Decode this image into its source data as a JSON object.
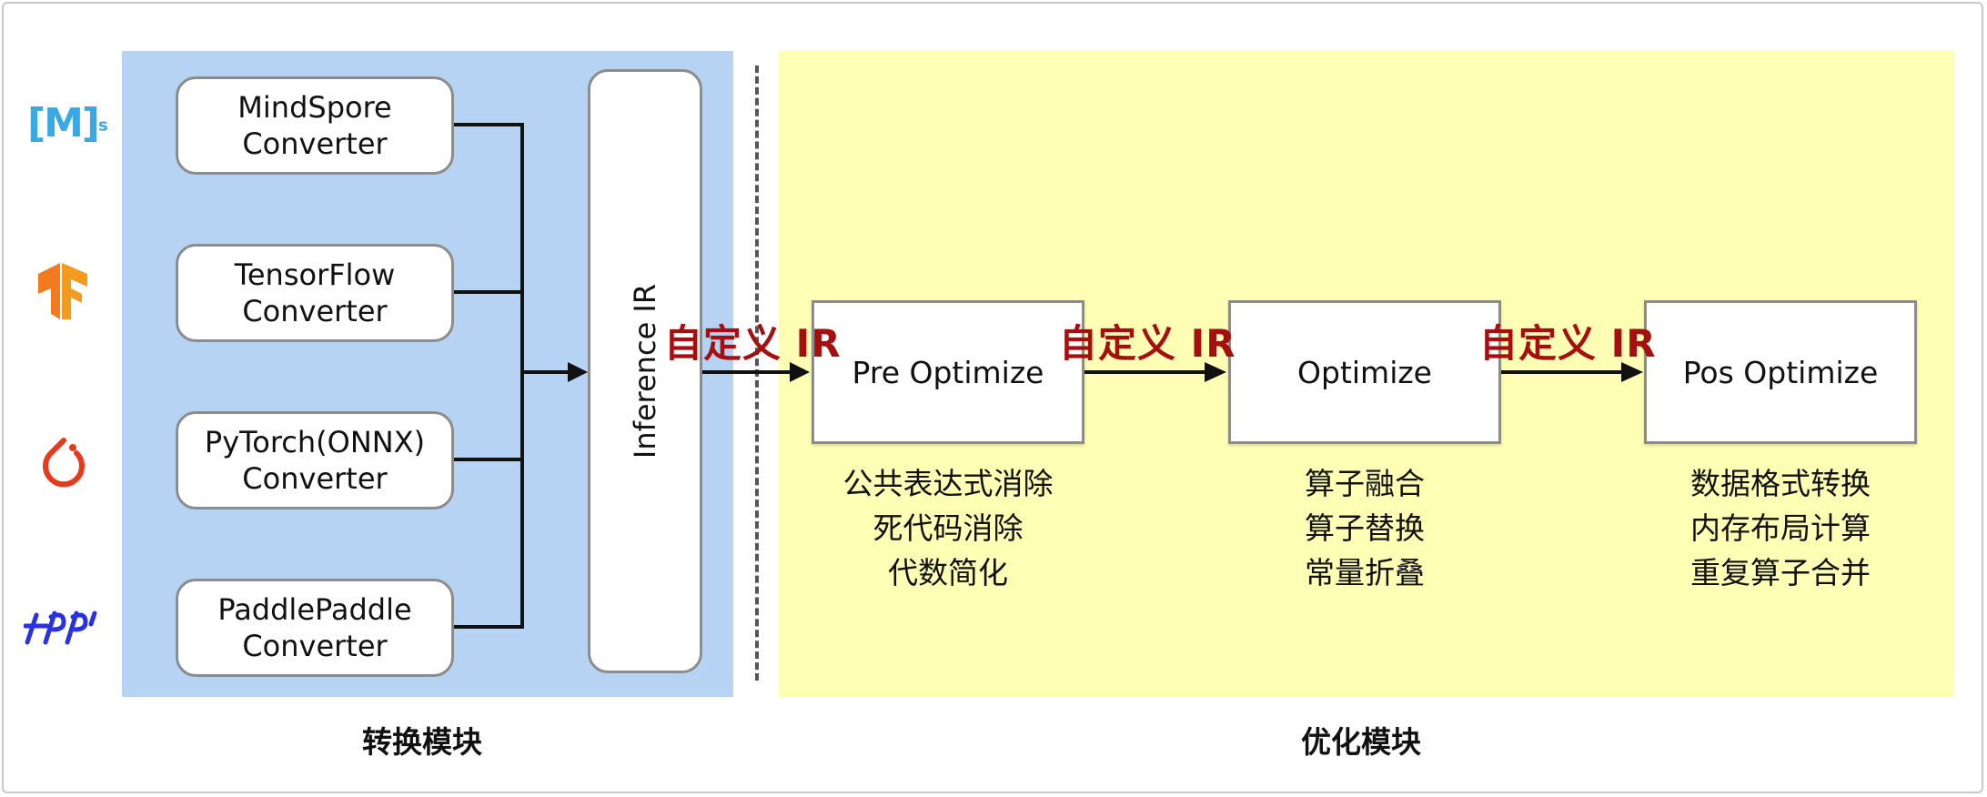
{
  "conversion_module": {
    "caption": "转换模块",
    "converters": [
      {
        "label": "MindSpore\nConverter"
      },
      {
        "label": "TensorFlow\nConverter"
      },
      {
        "label": "PyTorch(ONNX)\nConverter"
      },
      {
        "label": "PaddlePaddle\nConverter"
      }
    ],
    "ir_box": "Inference IR"
  },
  "optimization_module": {
    "caption": "优化模块",
    "stages": [
      {
        "label": "Pre Optimize",
        "items": [
          "公共表达式消除",
          "死代码消除",
          "代数简化"
        ]
      },
      {
        "label": "Optimize",
        "items": [
          "算子融合",
          "算子替换",
          "常量折叠"
        ]
      },
      {
        "label": "Pos Optimize",
        "items": [
          "数据格式转换",
          "内存布局计算",
          "重复算子合并"
        ]
      }
    ],
    "ir_label": "自定义 IR"
  },
  "logos": {
    "mindspore_text": "[M]",
    "mindspore_sup": "s",
    "icons": [
      "mindspore-logo-icon",
      "tensorflow-logo-icon",
      "pytorch-logo-icon",
      "paddlepaddle-logo-icon"
    ]
  },
  "colors": {
    "conversion_panel": "#b6d3f4",
    "optimization_panel": "#fefeb5",
    "ir_label": "#a50f0f"
  }
}
